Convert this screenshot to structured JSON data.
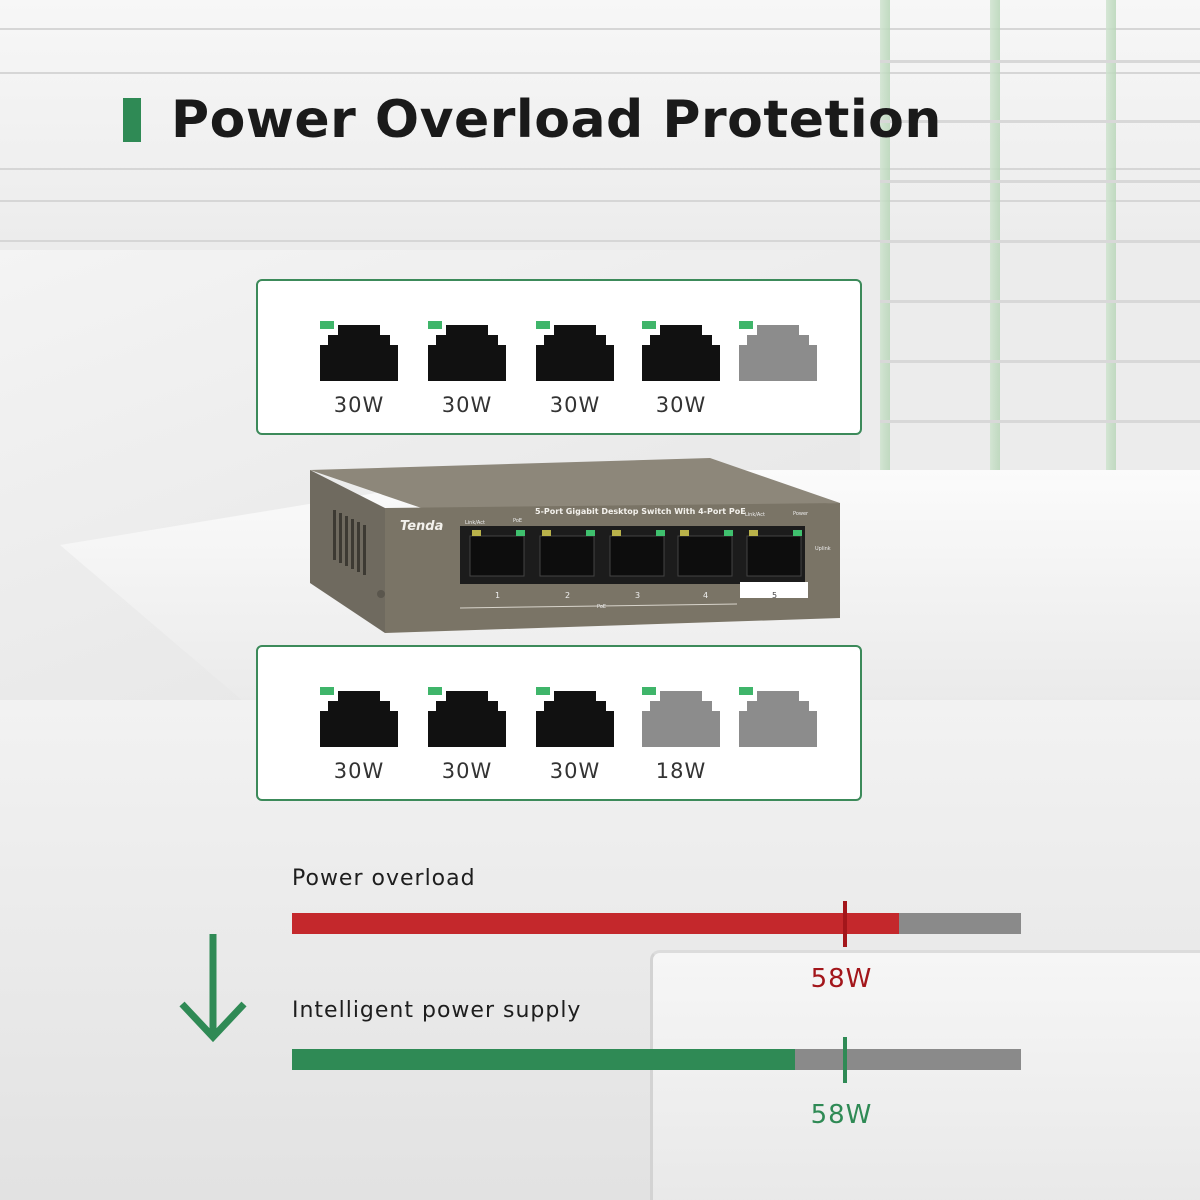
{
  "title": "Power Overload Protetion",
  "colors": {
    "accent_green": "#2f8a55",
    "overload_red": "#c4282c",
    "supply_green": "#2f8a55",
    "track_gray": "#8a8a8a",
    "port_active": "#111111",
    "port_inactive": "#8c8c8c",
    "led": "#3fb56a"
  },
  "panel_top": {
    "ports": [
      {
        "active": true,
        "watt": "30W"
      },
      {
        "active": true,
        "watt": "30W"
      },
      {
        "active": true,
        "watt": "30W"
      },
      {
        "active": true,
        "watt": "30W"
      },
      {
        "active": false,
        "watt": ""
      }
    ]
  },
  "panel_bottom": {
    "ports": [
      {
        "active": true,
        "watt": "30W"
      },
      {
        "active": true,
        "watt": "30W"
      },
      {
        "active": true,
        "watt": "30W"
      },
      {
        "active": false,
        "watt": "18W"
      },
      {
        "active": false,
        "watt": ""
      }
    ]
  },
  "device": {
    "brand": "Tenda",
    "model_text": "5-Port Gigabit Desktop Switch With 4-Port PoE",
    "label_link_act": "Link/Act",
    "label_poe": "PoE",
    "label_link_act_right": "Link/Act",
    "label_power": "Power",
    "label_uplink": "Uplink",
    "port_numbers": [
      "1",
      "2",
      "3",
      "4",
      "5"
    ],
    "poe_group_label": "PoE"
  },
  "overload": {
    "label": "Power overload",
    "fill_fraction": 0.833,
    "limit_fraction": 0.758,
    "limit_label": "58W"
  },
  "intelligent": {
    "label": "Intelligent power supply",
    "fill_fraction": 0.69,
    "limit_fraction": 0.758,
    "limit_label": "58W"
  },
  "icons": {
    "down_arrow": "down-arrow-icon",
    "rj45": "rj45-port-icon"
  }
}
